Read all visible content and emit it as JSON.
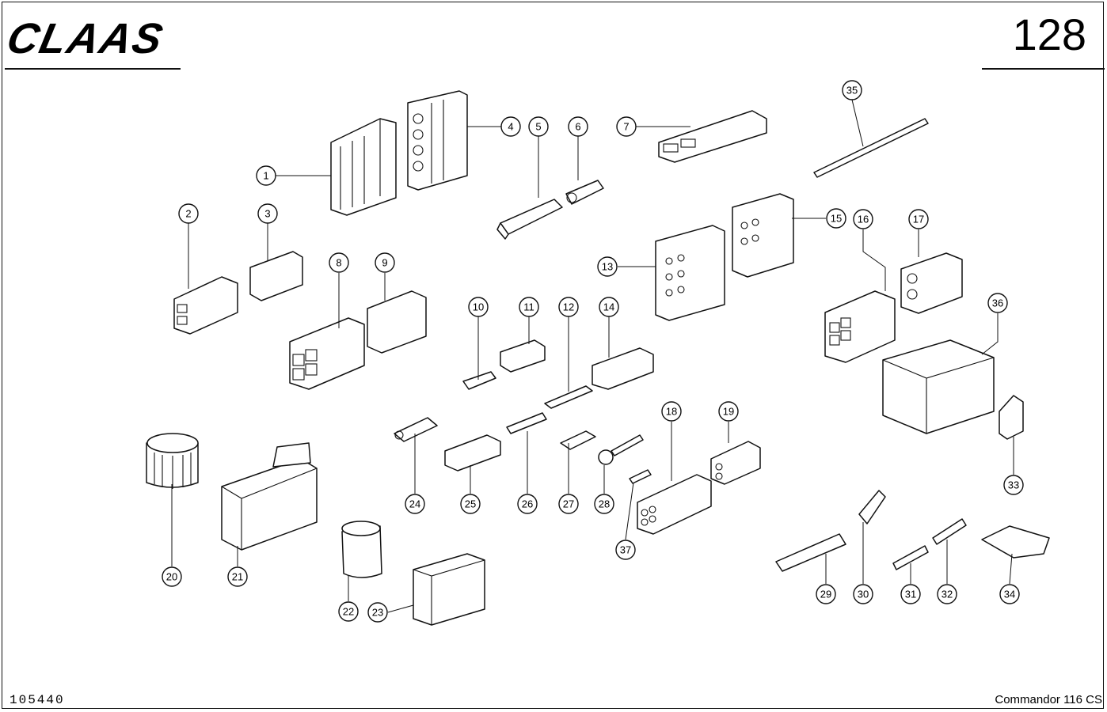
{
  "header": {
    "brand": "CLAAS",
    "page_number": "128"
  },
  "footer": {
    "document_number": "105440",
    "model": "Commandor 116 CS"
  },
  "callouts": [
    "1",
    "2",
    "3",
    "4",
    "5",
    "6",
    "7",
    "8",
    "9",
    "10",
    "11",
    "12",
    "13",
    "14",
    "15",
    "16",
    "17",
    "18",
    "19",
    "20",
    "21",
    "22",
    "23",
    "24",
    "25",
    "26",
    "27",
    "28",
    "29",
    "30",
    "31",
    "32",
    "33",
    "34",
    "35",
    "36",
    "37"
  ]
}
